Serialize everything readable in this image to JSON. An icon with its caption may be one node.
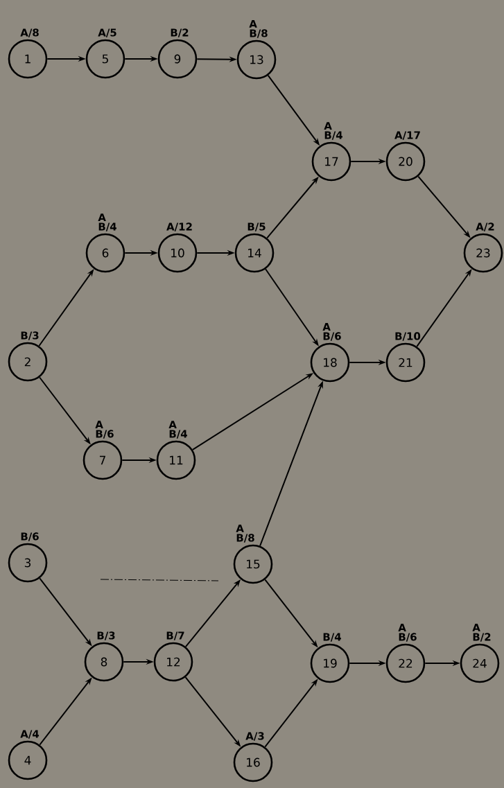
{
  "diagram": {
    "nodes": [
      {
        "text": [
          "1"
        ],
        "beside": [
          "A/8"
        ]
      },
      {
        "text": [
          "2"
        ],
        "beside": [
          "B/3"
        ]
      },
      {
        "text": [
          "3"
        ],
        "beside": [
          "B/6"
        ]
      },
      {
        "text": [
          "4"
        ],
        "beside": [
          "A/4"
        ]
      },
      {
        "text": [
          "5"
        ],
        "beside": [
          "A/5"
        ]
      },
      {
        "text": [
          "6"
        ],
        "beside": [
          "A",
          "B/4"
        ]
      },
      {
        "text": [
          "7"
        ],
        "beside": [
          "A",
          "B/6"
        ]
      },
      {
        "text": [
          "8"
        ],
        "beside": [
          "B/3"
        ]
      },
      {
        "text": [
          "9"
        ],
        "beside": [
          "B/2"
        ]
      },
      {
        "text": [
          "10"
        ],
        "beside": [
          "A/12"
        ]
      },
      {
        "text": [
          "11"
        ],
        "beside": [
          "A",
          "B/4"
        ]
      },
      {
        "text": [
          "12"
        ],
        "beside": [
          "B/7"
        ]
      },
      {
        "text": [
          "13"
        ],
        "beside": [
          "A",
          "B/8"
        ]
      },
      {
        "text": [
          "14"
        ],
        "beside": [
          "B/5"
        ]
      },
      {
        "text": [
          "15"
        ],
        "beside": [
          "A",
          "B/8"
        ]
      },
      {
        "text": [
          "16"
        ],
        "beside": [
          "A/3"
        ]
      },
      {
        "text": [
          "17"
        ],
        "beside": [
          "A",
          "B/4"
        ]
      },
      {
        "text": [
          "18"
        ],
        "beside": [
          "A",
          "B/6"
        ]
      },
      {
        "text": [
          "19"
        ],
        "beside": [
          "B/4"
        ]
      },
      {
        "text": [
          "20"
        ],
        "beside": [
          "A/17"
        ]
      },
      {
        "text": [
          "21"
        ],
        "beside": [
          "B/10"
        ]
      },
      {
        "text": [
          "22"
        ],
        "beside": [
          "A",
          "B/6"
        ]
      },
      {
        "text": [
          "23"
        ],
        "beside": [
          "A/2"
        ]
      },
      {
        "text": [
          "24"
        ],
        "beside": [
          "A",
          "B/2"
        ]
      }
    ],
    "edges": [
      {
        "from": 0,
        "to": 4,
        "arrow": "to"
      },
      {
        "from": 4,
        "to": 8,
        "arrow": "to"
      },
      {
        "from": 8,
        "to": 12,
        "arrow": "to"
      },
      {
        "from": 12,
        "to": 16,
        "arrow": "to"
      },
      {
        "from": 16,
        "to": 19,
        "arrow": "to"
      },
      {
        "from": 19,
        "to": 22,
        "arrow": "to"
      },
      {
        "from": 1,
        "to": 5,
        "arrow": "to"
      },
      {
        "from": 5,
        "to": 9,
        "arrow": "to"
      },
      {
        "from": 9,
        "to": 13,
        "arrow": "to"
      },
      {
        "from": 13,
        "to": 16,
        "arrow": "to"
      },
      {
        "from": 13,
        "to": 17,
        "arrow": "to"
      },
      {
        "from": 1,
        "to": 6,
        "arrow": "to"
      },
      {
        "from": 6,
        "to": 10,
        "arrow": "to"
      },
      {
        "from": 10,
        "to": 17,
        "arrow": "to"
      },
      {
        "from": 17,
        "to": 20,
        "arrow": "to"
      },
      {
        "from": 20,
        "to": 22,
        "arrow": "to"
      },
      {
        "from": 2,
        "to": 7,
        "arrow": "to"
      },
      {
        "from": 3,
        "to": 7,
        "arrow": "to"
      },
      {
        "from": 7,
        "to": 11,
        "arrow": "to"
      },
      {
        "from": 11,
        "to": 14,
        "arrow": "to"
      },
      {
        "from": 11,
        "to": 15,
        "arrow": "to"
      },
      {
        "from": 14,
        "to": 17,
        "arrow": "to"
      },
      {
        "from": 14,
        "to": 18,
        "arrow": "to"
      },
      {
        "from": 15,
        "to": 18,
        "arrow": "to"
      },
      {
        "from": 18,
        "to": 21,
        "arrow": "to"
      },
      {
        "from": 21,
        "to": 23,
        "arrow": "to"
      }
    ]
  }
}
